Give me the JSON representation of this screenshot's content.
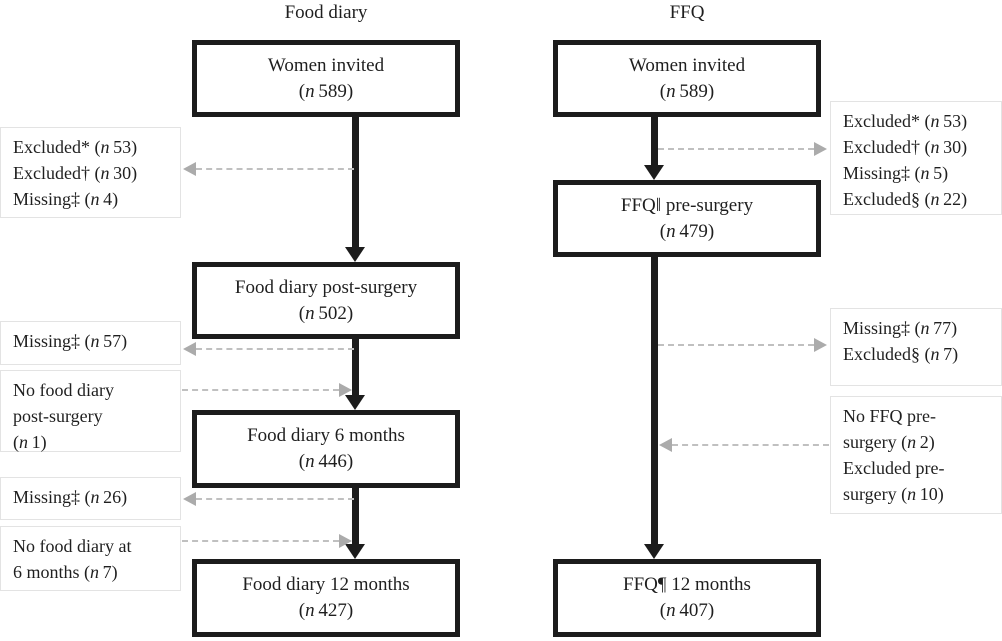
{
  "palette": {
    "background": "#ffffff",
    "box_border": "#1c1c1c",
    "text": "#1f1f1f",
    "side_note_border": "#e3e3e3",
    "solid_arrow": "#1c1c1c",
    "dashed_arrow_line": "#c0c0c0",
    "dashed_arrowhead": "#ababab"
  },
  "columns": {
    "food_diary": {
      "header": "Food diary",
      "boxes": [
        {
          "title": "Women invited",
          "count": "(n 589)"
        },
        {
          "title": "Food diary post-surgery",
          "count": "(n 502)"
        },
        {
          "title": "Food diary 6 months",
          "count": "(n 446)"
        },
        {
          "title": "Food diary 12 months",
          "count": "(n 427)"
        }
      ]
    },
    "ffq": {
      "header": "FFQ",
      "boxes": [
        {
          "title": "Women invited",
          "count": "(n 589)"
        },
        {
          "title": "FFQ‖ pre-surgery",
          "count": "(n 479)"
        },
        {
          "title": "FFQ¶ 12 months",
          "count": "(n 407)"
        }
      ]
    }
  },
  "side_notes": {
    "left": [
      {
        "lines": [
          "Excluded* (n 53)",
          "Excluded† (n 30)",
          "Missing‡ (n 4)"
        ]
      },
      {
        "lines": [
          "Missing‡ (n 57)"
        ]
      },
      {
        "lines": [
          "No food diary",
          "post-surgery",
          "(n 1)"
        ]
      },
      {
        "lines": [
          "Missing‡ (n 26)"
        ]
      },
      {
        "lines": [
          "No food diary at",
          "6 months (n 7)"
        ]
      }
    ],
    "right": [
      {
        "lines": [
          "Excluded* (n 53)",
          "Excluded† (n 30)",
          "Missing‡ (n 5)",
          "Excluded§ (n 22)"
        ]
      },
      {
        "lines": [
          "Missing‡ (n 77)",
          "Excluded§ (n 7)"
        ]
      },
      {
        "lines": [
          "No FFQ pre-",
          "surgery (n 2)",
          "Excluded pre-",
          "surgery (n 10)"
        ]
      }
    ]
  }
}
